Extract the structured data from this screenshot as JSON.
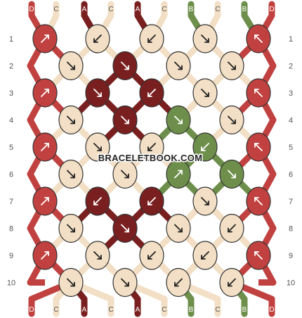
{
  "watermark": "BRACELETBOOK.COM",
  "colors": {
    "D": "#c0413f",
    "C": "#f2dfc5",
    "A": "#7a1f1f",
    "B": "#6e8f4b"
  },
  "top_strands": [
    "D",
    "C",
    "A",
    "C",
    "A",
    "C",
    "B",
    "C",
    "B",
    "D"
  ],
  "bottom_strands": [
    "D",
    "C",
    "A",
    "C",
    "A",
    "C",
    "B",
    "C",
    "B",
    "D"
  ],
  "row_labels": [
    "1",
    "2",
    "3",
    "4",
    "5",
    "6",
    "7",
    "8",
    "9",
    "10"
  ],
  "rows": [
    [
      {
        "color": "D",
        "dir": "ur"
      },
      {
        "color": "C",
        "dir": "dl"
      },
      {
        "color": "C",
        "dir": "dl"
      },
      {
        "color": "C",
        "dir": "dr"
      },
      {
        "color": "D",
        "dir": "ul"
      }
    ],
    [
      {
        "color": "C",
        "dir": "dr"
      },
      {
        "color": "A",
        "dir": "dr"
      },
      {
        "color": "C",
        "dir": "dr"
      },
      {
        "color": "C",
        "dir": "dr"
      }
    ],
    [
      {
        "color": "D",
        "dir": "ur"
      },
      {
        "color": "A",
        "dir": "dr"
      },
      {
        "color": "A",
        "dir": "dl"
      },
      {
        "color": "C",
        "dir": "dr"
      },
      {
        "color": "D",
        "dir": "ul"
      }
    ],
    [
      {
        "color": "C",
        "dir": "dr"
      },
      {
        "color": "A",
        "dir": "dr"
      },
      {
        "color": "B",
        "dir": "dr"
      },
      {
        "color": "C",
        "dir": "dr"
      }
    ],
    [
      {
        "color": "D",
        "dir": "ur"
      },
      {
        "color": "C",
        "dir": "dr"
      },
      {
        "color": "C",
        "dir": "dl"
      },
      {
        "color": "B",
        "dir": "dl"
      },
      {
        "color": "D",
        "dir": "ul"
      }
    ],
    [
      {
        "color": "C",
        "dir": "dr"
      },
      {
        "color": "C",
        "dir": "dr"
      },
      {
        "color": "B",
        "dir": "ur"
      },
      {
        "color": "B",
        "dir": "dr"
      }
    ],
    [
      {
        "color": "D",
        "dir": "ur"
      },
      {
        "color": "A",
        "dir": "dl"
      },
      {
        "color": "A",
        "dir": "dl"
      },
      {
        "color": "C",
        "dir": "dr"
      },
      {
        "color": "D",
        "dir": "ul"
      }
    ],
    [
      {
        "color": "C",
        "dir": "dr"
      },
      {
        "color": "A",
        "dir": "dr"
      },
      {
        "color": "C",
        "dir": "dr"
      },
      {
        "color": "C",
        "dir": "dl"
      }
    ],
    [
      {
        "color": "D",
        "dir": "ur"
      },
      {
        "color": "C",
        "dir": "dr"
      },
      {
        "color": "C",
        "dir": "dl"
      },
      {
        "color": "C",
        "dir": "dl"
      },
      {
        "color": "D",
        "dir": "ul"
      }
    ],
    [
      {
        "color": "C",
        "dir": "dr"
      },
      {
        "color": "C",
        "dir": "dr"
      },
      {
        "color": "C",
        "dir": "dl"
      },
      {
        "color": "C",
        "dir": "dl"
      }
    ]
  ]
}
